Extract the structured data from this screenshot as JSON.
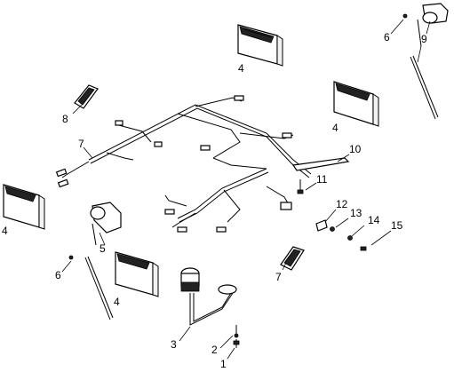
{
  "diagram": {
    "callouts": [
      {
        "id": "c4a",
        "label": "4"
      },
      {
        "id": "c4b",
        "label": "4"
      },
      {
        "id": "c4c",
        "label": "4"
      },
      {
        "id": "c4d",
        "label": "4"
      },
      {
        "id": "c6a",
        "label": "6"
      },
      {
        "id": "c6b",
        "label": "6"
      },
      {
        "id": "c9",
        "label": "9"
      },
      {
        "id": "c8",
        "label": "8"
      },
      {
        "id": "c7a",
        "label": "7"
      },
      {
        "id": "c7b",
        "label": "7"
      },
      {
        "id": "c10",
        "label": "10"
      },
      {
        "id": "c11",
        "label": "11"
      },
      {
        "id": "c12",
        "label": "12"
      },
      {
        "id": "c13",
        "label": "13"
      },
      {
        "id": "c14",
        "label": "14"
      },
      {
        "id": "c15",
        "label": "15"
      },
      {
        "id": "c5",
        "label": "5"
      },
      {
        "id": "c3",
        "label": "3"
      },
      {
        "id": "c2",
        "label": "2"
      },
      {
        "id": "c1",
        "label": "1"
      }
    ]
  }
}
